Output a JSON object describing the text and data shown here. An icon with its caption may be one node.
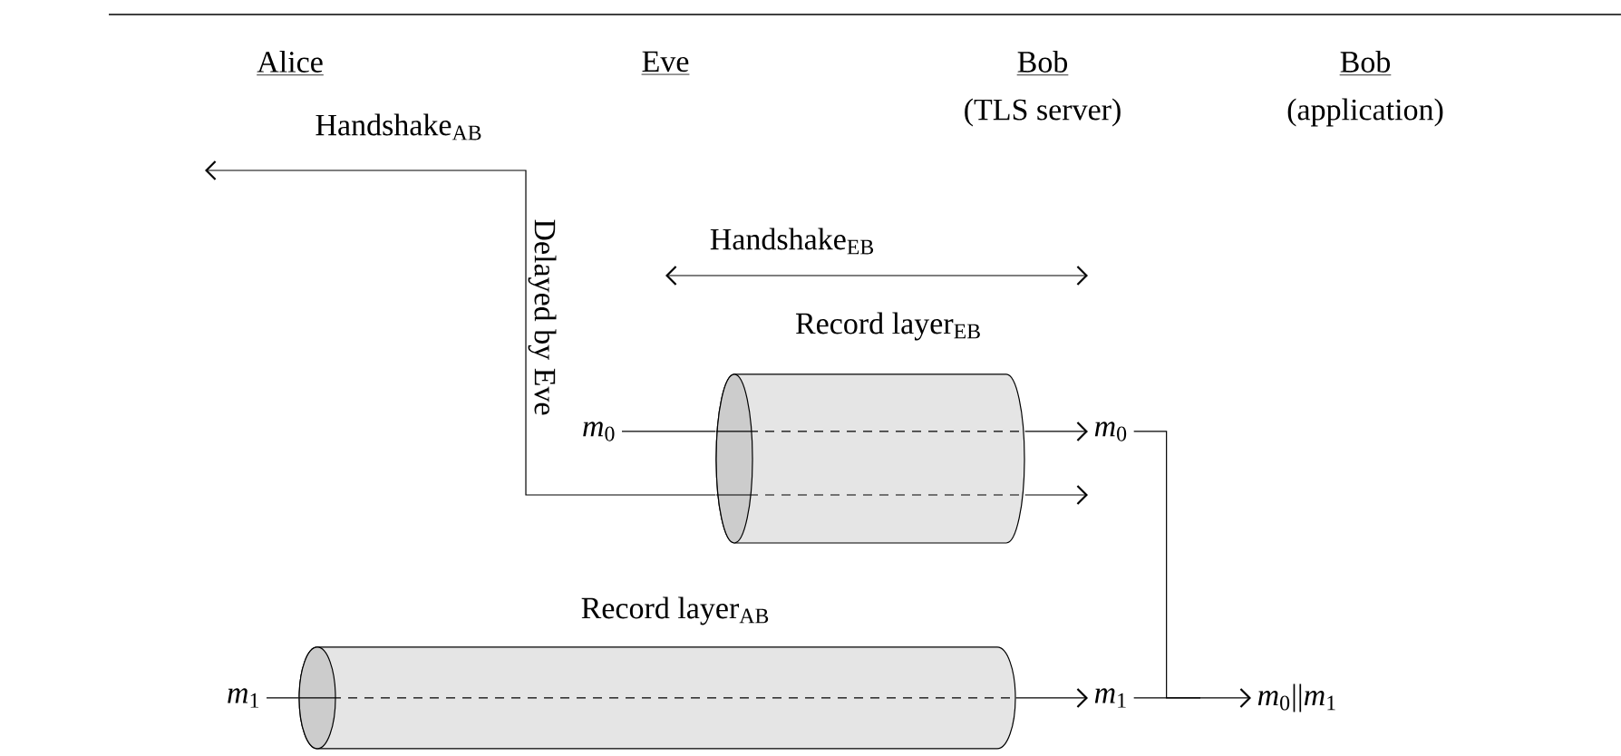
{
  "diagram": {
    "nodes": [
      {
        "text": [
          "Record layer$_{EB}$"
        ]
      },
      {
        "text": [
          "Record layer$_{AB}$"
        ]
      },
      {
        "text": [
          "*m*$_{0}$"
        ]
      },
      {
        "text": [
          "*m*$_{0}$"
        ]
      },
      {
        "text": [
          "*m*$_{1}$"
        ]
      },
      {
        "text": [
          "*m*$_{1}$"
        ]
      },
      {
        "text": [
          "*m*$_{0}$||*m*$_{1}$"
        ]
      }
    ],
    "edges": [
      {
        "from": 2,
        "to": 0,
        "arrow": "none"
      },
      {
        "from": 0,
        "to": 3,
        "arrow": "to"
      },
      {
        "from": 4,
        "to": 1,
        "arrow": "none"
      },
      {
        "from": 1,
        "to": 5,
        "arrow": "to"
      },
      {
        "from": 3,
        "to": 6,
        "arrow": "none"
      },
      {
        "from": 5,
        "to": 6,
        "arrow": "to"
      },
      {
        "from": 0,
        "to": null,
        "arrow": "to"
      },
      {
        "from": 0,
        "to": null,
        "arrow": "to"
      }
    ],
    "labels": [
      "Alice",
      "Eve",
      "Bob",
      "(TLS server)",
      "Bob",
      "(application)",
      "Handshake$_{AB}$",
      "Delayed by Eve",
      "Handshake$_{EB}$"
    ]
  }
}
